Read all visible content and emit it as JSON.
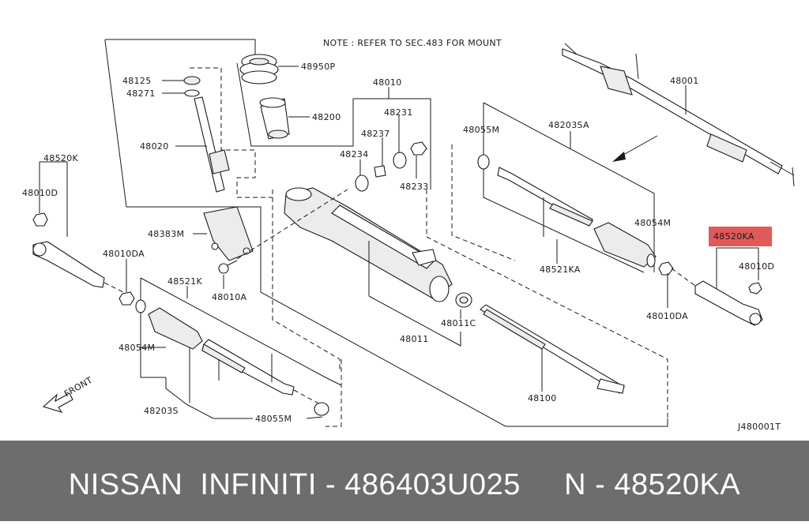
{
  "note": "NOTE : REFER TO SEC.483 FOR MOUNT",
  "front_label": "FRONT",
  "figure_id": "J480001T",
  "parts": {
    "p48950P": "48950P",
    "p48125": "48125",
    "p48271": "48271",
    "p48200": "48200",
    "p48020": "48020",
    "p48010": "48010",
    "p48231": "48231",
    "p48237": "48237",
    "p48234": "48234",
    "p48233": "48233",
    "p48001": "48001",
    "p48055M_top": "48055M",
    "p48203SA": "48203SA",
    "p48520K": "48520K",
    "p48010D_left": "48010D",
    "p48383M": "48383M",
    "p48010DA_left": "48010DA",
    "p48521K": "48521K",
    "p48010A": "48010A",
    "p48054M_top": "48054M",
    "p48521KA": "48521KA",
    "p48520KA": "48520KA",
    "p48010D_right": "48010D",
    "p48010DA_right": "48010DA",
    "p48011C": "48011C",
    "p48011": "48011",
    "p48054M_left": "48054M",
    "p48100": "48100",
    "p48203S": "48203S",
    "p48055M_bottom": "48055M"
  },
  "highlight_color": "#e05a5a",
  "banner": {
    "text": "NISSAN  INFINITI - 486403U025     N - 48520KA",
    "background": "#6d6d6d"
  }
}
